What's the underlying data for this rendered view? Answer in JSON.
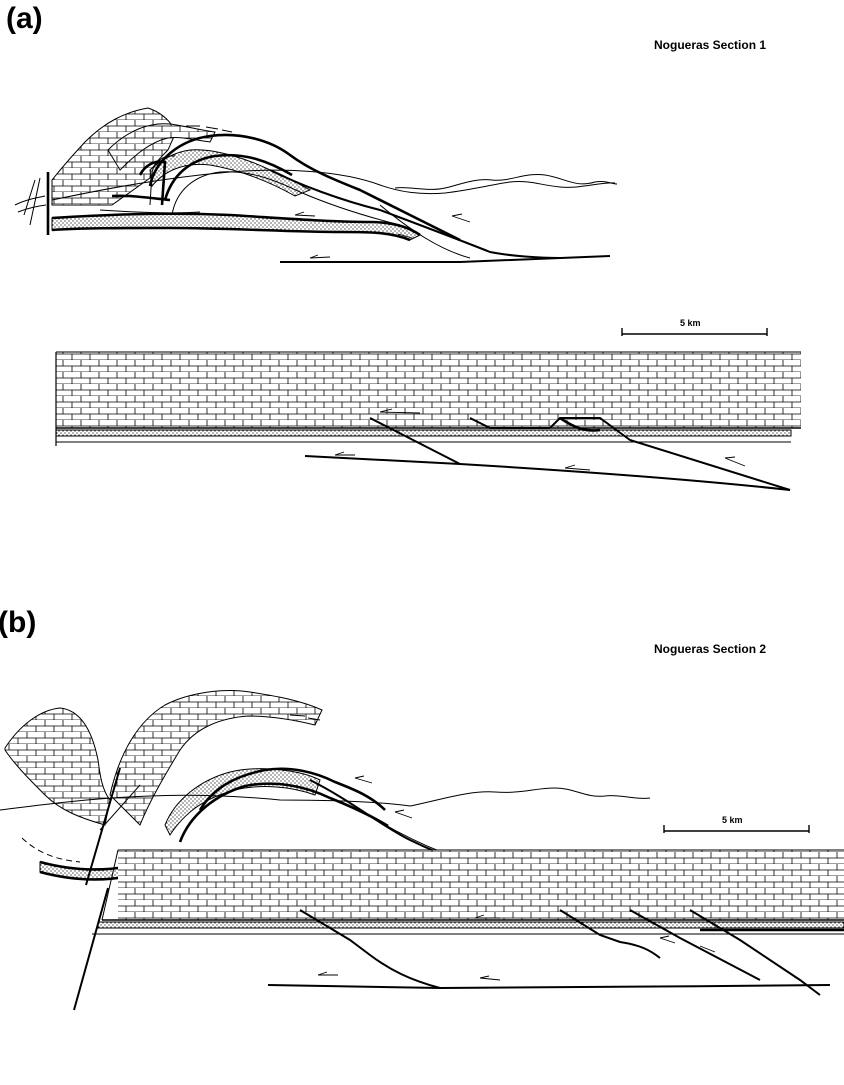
{
  "panel_a": {
    "letter": "(a)",
    "title": "Nogueras Section 1",
    "scale_label": "5 km"
  },
  "panel_b": {
    "letter": "(b)",
    "title": "Nogueras Section 2",
    "scale_label": "5 km"
  }
}
